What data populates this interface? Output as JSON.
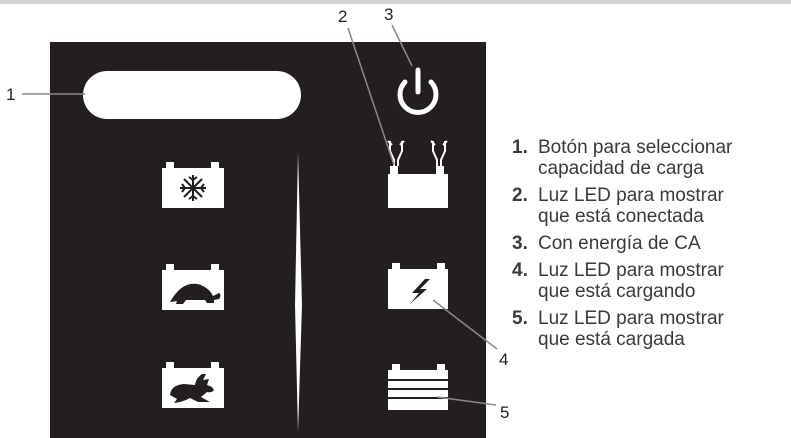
{
  "callouts": [
    "1",
    "2",
    "3",
    "4",
    "5"
  ],
  "legend": [
    {
      "number": "1.",
      "lines": [
        "Botón para seleccionar",
        "capacidad de carga"
      ]
    },
    {
      "number": "2.",
      "lines": [
        "Luz LED para mostrar",
        "que está conectada"
      ]
    },
    {
      "number": "3.",
      "lines": [
        "Con energía de CA"
      ]
    },
    {
      "number": "4.",
      "lines": [
        "Luz LED para mostrar",
        "que está cargando"
      ]
    },
    {
      "number": "5.",
      "lines": [
        "Luz LED para mostrar",
        "que está cargada"
      ]
    }
  ],
  "icons": {
    "select_button": "capacity-select-button",
    "power": "power-icon",
    "connected": "battery-clamps-icon",
    "charging": "battery-lightning-icon",
    "charged": "battery-full-icon",
    "winter_mode": "battery-snowflake-icon",
    "slow_mode": "battery-turtle-icon",
    "fast_mode": "battery-rabbit-icon"
  },
  "colors": {
    "panel": "#231f20",
    "icon_fill": "#ffffff",
    "text": "#3a3a3a"
  }
}
